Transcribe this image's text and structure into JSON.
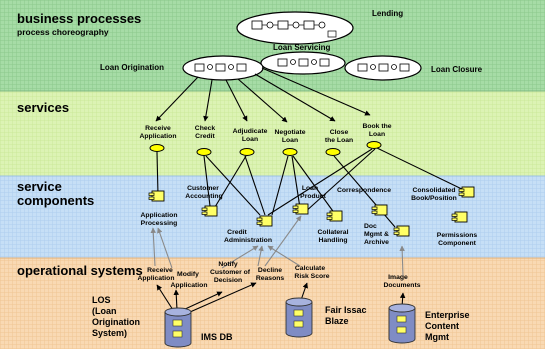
{
  "layers": {
    "business": {
      "title": "business processes",
      "subtitle": "process choreography"
    },
    "services": {
      "title": "services"
    },
    "components": {
      "title_line1": "service",
      "title_line2": "components"
    },
    "operational": {
      "title": "operational systems"
    }
  },
  "processes": {
    "lending": "Lending",
    "servicing": "Loan Servicing",
    "origination": "Loan Origination",
    "closure": "Loan Closure"
  },
  "services": [
    {
      "line1": "Receive",
      "line2": "Application"
    },
    {
      "line1": "Check",
      "line2": "Credit"
    },
    {
      "line1": "Adjudicate",
      "line2": "Loan"
    },
    {
      "line1": "Negotiate",
      "line2": "Loan"
    },
    {
      "line1": "Close",
      "line2": "the Loan"
    },
    {
      "line1": "Book the",
      "line2": "Loan"
    }
  ],
  "components": {
    "app_processing": {
      "line1": "Application",
      "line2": "Processing"
    },
    "customer_accounting": {
      "line1": "Customer",
      "line2": "Accounting"
    },
    "credit_admin": {
      "line1": "Credit",
      "line2": "Administration"
    },
    "loan_product": {
      "line1": "Loan",
      "line2": "Product"
    },
    "collateral": {
      "line1": "Collateral",
      "line2": "Handling"
    },
    "correspondence": {
      "line1": "Correspondence"
    },
    "doc_mgmt": {
      "line1": "Doc",
      "line2": "Mgmt &",
      "line3": "Archive"
    },
    "consolidated": {
      "line1": "Consolidated",
      "line2": "Book/Position"
    },
    "permissions": {
      "line1": "Permissions",
      "line2": "Component"
    }
  },
  "operations": {
    "receive_app": {
      "line1": "Receive",
      "line2": "Application"
    },
    "modify_app": {
      "line1": "Modify",
      "line2": "Application"
    },
    "notify": {
      "line1": "Notify",
      "line2": "Customer of",
      "line3": "Decision"
    },
    "decline": {
      "line1": "Decline",
      "line2": "Reasons"
    },
    "risk": {
      "line1": "Calculate",
      "line2": "Risk Score"
    },
    "image_docs": {
      "line1": "Image",
      "line2": "Documents"
    }
  },
  "systems": {
    "los": {
      "line1": "LOS",
      "line2": "(Loan",
      "line3": "Origination",
      "line4": "System)"
    },
    "ims": {
      "line1": "IMS DB"
    },
    "fair": {
      "line1": "Fair Issac",
      "line2": "Blaze"
    },
    "ecm": {
      "line1": "Enterprise",
      "line2": "Content",
      "line3": "Mgmt"
    }
  },
  "colors": {
    "business_bg": "#9fd89f",
    "services_bg": "#d4f0a8",
    "components_bg": "#b9d8f4",
    "operational_bg": "#f8d4a8",
    "service_ellipse": "#ffff00",
    "component_fill": "#ffff66",
    "database_fill": "#7f8cc4"
  }
}
